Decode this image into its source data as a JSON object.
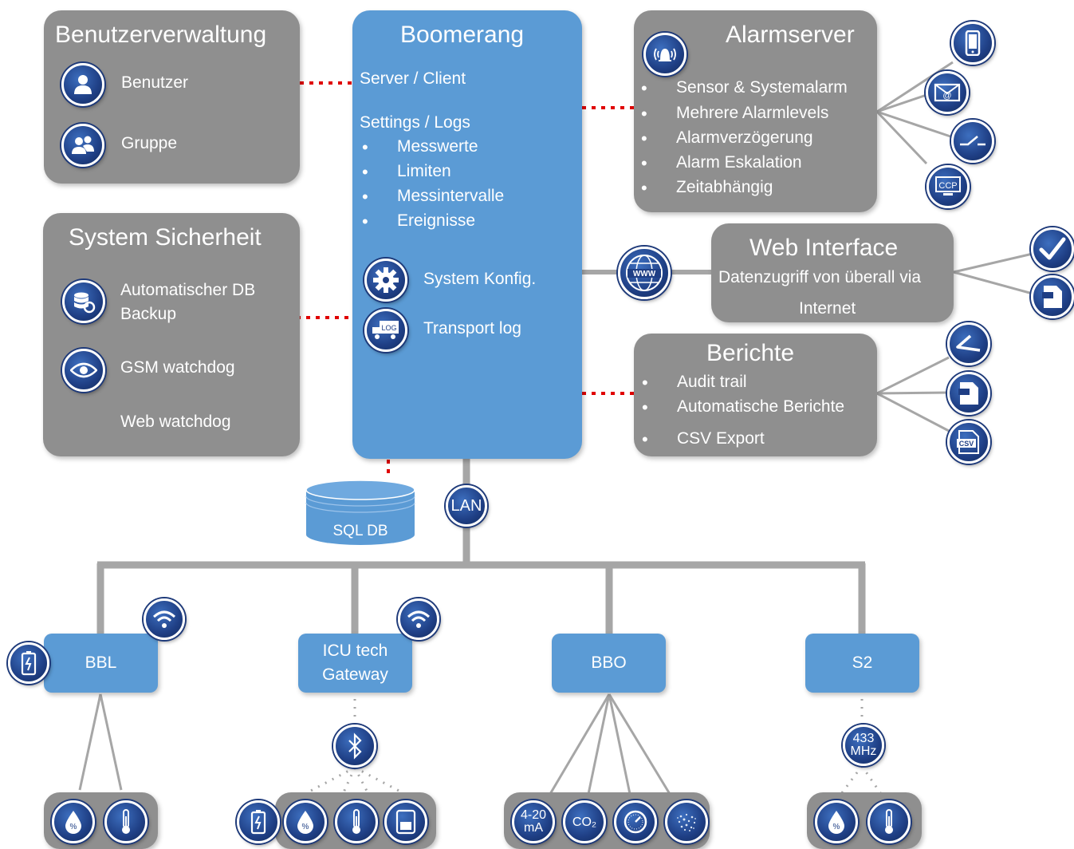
{
  "benutzer": {
    "title": "Benutzerverwaltung",
    "items": [
      "Benutzer",
      "Gruppe"
    ]
  },
  "sicherheit": {
    "title": "System Sicherheit",
    "items": [
      "Automatischer DB",
      "Backup",
      "GSM watchdog",
      "Web watchdog"
    ]
  },
  "boomerang": {
    "title": "Boomerang",
    "server": "Server / Client",
    "settings": "Settings / Logs",
    "bullets": [
      "Messwerte",
      "Limiten",
      "Messintervalle",
      "Ereignisse"
    ],
    "config": "System Konfig.",
    "transport": "Transport log"
  },
  "alarm": {
    "title": "Alarmserver",
    "bullets": [
      "Sensor & Systemalarm",
      "Mehrere Alarmlevels",
      "Alarmverzögerung",
      "Alarm Eskalation",
      "Zeitabhängig"
    ]
  },
  "web": {
    "title": "Web Interface",
    "line1": "Datenzugriff von überall via",
    "line2": "Internet",
    "globe": "WWW"
  },
  "berichte": {
    "title": "Berichte",
    "bullets": [
      "Audit trail",
      "Automatische Berichte",
      "CSV Export"
    ]
  },
  "db": {
    "label": "SQL DB"
  },
  "lan": "LAN",
  "nodes": {
    "bbl": "BBL",
    "icu_1": "ICU tech",
    "icu_2": "Gateway",
    "bbo": "BBO",
    "s2": "S2"
  },
  "icon_text": {
    "mhz_1": "433",
    "mhz_2": "MHz",
    "ma_1": "4-20",
    "ma_2": "mA",
    "co2": "CO₂",
    "csv": "CSV",
    "ccp": "CCP",
    "log": "LOG",
    "percent": "%"
  },
  "colors": {
    "box_gray": "#8f8f8f",
    "box_blue": "#5b9bd5",
    "icon_blue": "#1f3f85",
    "dotted_red": "#e00000",
    "connector": "#a6a6a6"
  }
}
